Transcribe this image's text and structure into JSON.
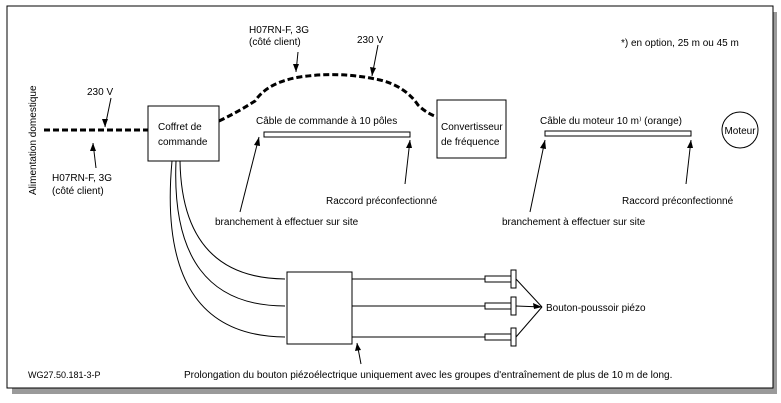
{
  "labels": {
    "side_label": "Alimentation domestique",
    "v230_left": "230 V",
    "v230_top": "230 V",
    "h07_left_1": "H07RN-F, 3G",
    "h07_left_2": "(côté client)",
    "h07_top_1": "H07RN-F, 3G",
    "h07_top_2": "(côté client)",
    "coffret_1": "Coffret de",
    "coffret_2": "commande",
    "convert_1": "Convertisseur",
    "convert_2": "de fréquence",
    "moteur": "Moteur",
    "cable_cmd": "Câble de commande à 10 pôles",
    "cable_mot": "Câble du moteur 10 m⁾ (orange)",
    "raccord_1": "Raccord préconfectionné",
    "raccord_2": "Raccord préconfectionné",
    "branch_1": "branchement à effectuer sur site",
    "branch_2": "branchement à effectuer sur site",
    "option": "*) en option, 25 m ou 45 m",
    "bouton": "Bouton-poussoir piézo",
    "prolongation": "Prolongation du bouton piézoélectrique uniquement avec les groupes d'entraînement de plus de 10 m de long.",
    "ref": "WG27.50.181-3-P"
  }
}
